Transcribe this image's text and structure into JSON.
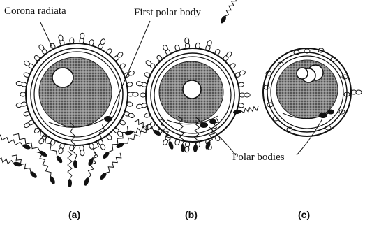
{
  "labels": {
    "corona_radiata": "Corona radiata",
    "first_polar_body": "First polar body",
    "polar_bodies": "Polar bodies"
  },
  "panels": [
    {
      "id": "a",
      "caption": "(a)"
    },
    {
      "id": "b",
      "caption": "(b)"
    },
    {
      "id": "c",
      "caption": "(c)"
    }
  ],
  "colors": {
    "ink": "#111111",
    "cytoplasm": "#6f6f6f",
    "background": "#ffffff"
  }
}
